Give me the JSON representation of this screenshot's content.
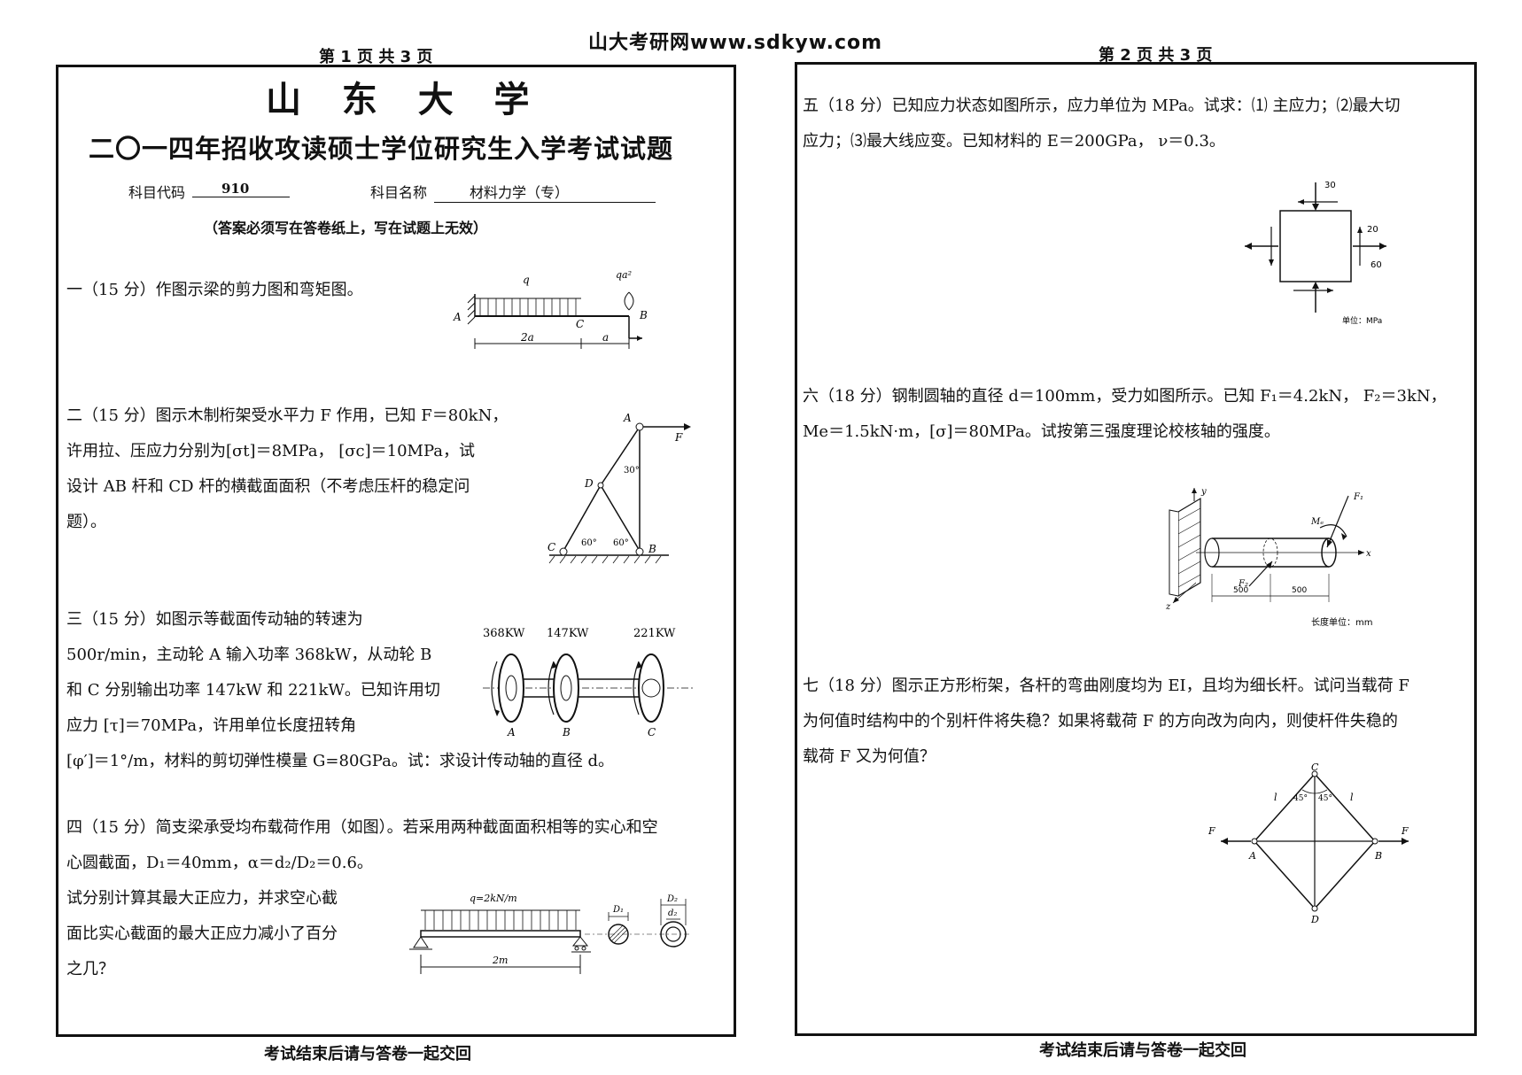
{
  "site_header": "山大考研网www.sdkyw.com",
  "left_page": {
    "page_number": "第 1 页   共 3 页",
    "university": "山  东  大  学",
    "exam_title": "二〇一四年招收攻读硕士学位研究生入学考试试题",
    "subject_code_label": "科目代码",
    "subject_code": "910",
    "subject_name_label": "科目名称",
    "subject_name": "材料力学（专）",
    "notice": "（答案必须写在答卷纸上，写在试题上无效）",
    "footer": "考试结束后请与答卷一起交回",
    "questions": [
      {
        "id": "q1",
        "lines": [
          "一（15 分）作图示梁的剪力图和弯矩图。"
        ],
        "figure_labels": {
          "q": "q",
          "qa2": "qa²",
          "A": "A",
          "C": "C",
          "B": "B",
          "dim1": "2a",
          "dim2": "a"
        }
      },
      {
        "id": "q2",
        "lines": [
          "二（15 分）图示木制桁架受水平力 F 作用，已知 F＝80kN，",
          "许用拉、压应力分别为[σt]＝8MPa， [σc]＝10MPa，试",
          "设计 AB 杆和 CD 杆的横截面面积（不考虑压杆的稳定问",
          "题）。"
        ],
        "figure_labels": {
          "A": "A",
          "F": "F",
          "D": "D",
          "C": "C",
          "B": "B",
          "angle30": "30°",
          "angle60a": "60°",
          "angle60b": "60°"
        }
      },
      {
        "id": "q3",
        "lines": [
          "三（15 分）如图示等截面传动轴的转速为",
          "500r/min，主动轮 A 输入功率 368kW，从动轮 B",
          "和 C 分别输出功率 147kW 和 221kW。已知许用切",
          "应力 [τ]＝70MPa，许用单位长度扭转角",
          "[φ′]＝1°/m，材料的剪切弹性模量 G=80GPa。试：求设计传动轴的直径 d。"
        ],
        "figure_labels": {
          "p1": "368KW",
          "p2": "147KW",
          "p3": "221KW",
          "A": "A",
          "B": "B",
          "C": "C"
        }
      },
      {
        "id": "q4",
        "lines": [
          "四（15 分）简支梁承受均布载荷作用（如图）。若采用两种截面面积相等的实心和空",
          "心圆截面，D₁＝40mm，α＝d₂/D₂＝0.6。",
          "试分别计算其最大正应力，并求空心截",
          "面比实心截面的最大正应力减小了百分",
          "之几？"
        ],
        "figure_labels": {
          "load": "q=2kN/m",
          "span": "2m",
          "D1": "D₁",
          "D2": "D₂",
          "d2": "d₂"
        }
      }
    ]
  },
  "right_page": {
    "page_number": "第 2 页   共 3 页",
    "footer": "考试结束后请与答卷一起交回",
    "questions": [
      {
        "id": "q5",
        "lines": [
          "五（18 分）已知应力状态如图所示，应力单位为 MPa。试求：⑴ 主应力；⑵最大切",
          "应力；⑶最大线应变。已知材料的 E＝200GPa， ν＝0.3。"
        ],
        "figure_labels": {
          "s30": "30",
          "s20": "20",
          "s60": "60",
          "unit": "单位：MPa"
        }
      },
      {
        "id": "q6",
        "lines": [
          "六（18 分）钢制圆轴的直径 d＝100mm，受力如图所示。已知 F₁＝4.2kN， F₂＝3kN，",
          "Me＝1.5kN·m，[σ]＝80MPa。试按第三强度理论校核轴的强度。"
        ],
        "figure_labels": {
          "y": "y",
          "F1": "F₁",
          "Me": "Mₑ",
          "F2": "F₂",
          "x": "x",
          "z": "z",
          "d500a": "500",
          "d500b": "500",
          "unit": "长度单位：mm"
        }
      },
      {
        "id": "q7",
        "lines": [
          "七（18 分）图示正方形桁架，各杆的弯曲刚度均为 EI，且均为细长杆。试问当载荷 F",
          "为何值时结构中的个别杆件将失稳？如果将载荷 F 的方向改为向内，则使杆件失稳的",
          "载荷 F 又为何值？"
        ],
        "figure_labels": {
          "C": "C",
          "A": "A",
          "B": "B",
          "D": "D",
          "F_left": "F",
          "F_right": "F",
          "l1": "l",
          "l2": "l",
          "a45a": "45°",
          "a45b": "45°"
        }
      }
    ]
  }
}
